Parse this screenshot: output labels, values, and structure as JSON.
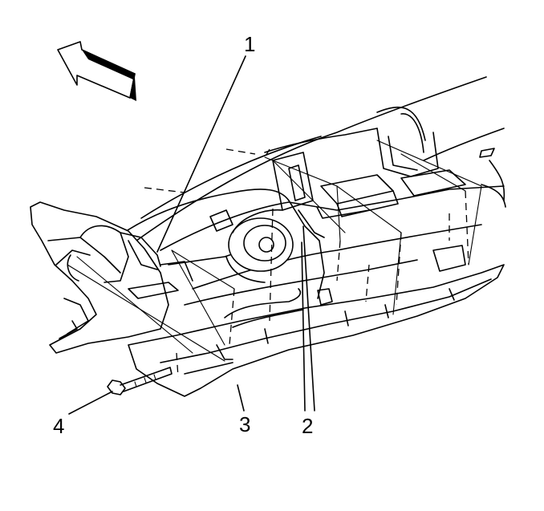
{
  "callouts": [
    {
      "id": "1",
      "label": "1"
    },
    {
      "id": "2",
      "label": "2"
    },
    {
      "id": "3",
      "label": "3"
    },
    {
      "id": "4",
      "label": "4"
    }
  ],
  "arrow": {
    "meaning": "forward-direction-arrow",
    "color": "#000000"
  }
}
